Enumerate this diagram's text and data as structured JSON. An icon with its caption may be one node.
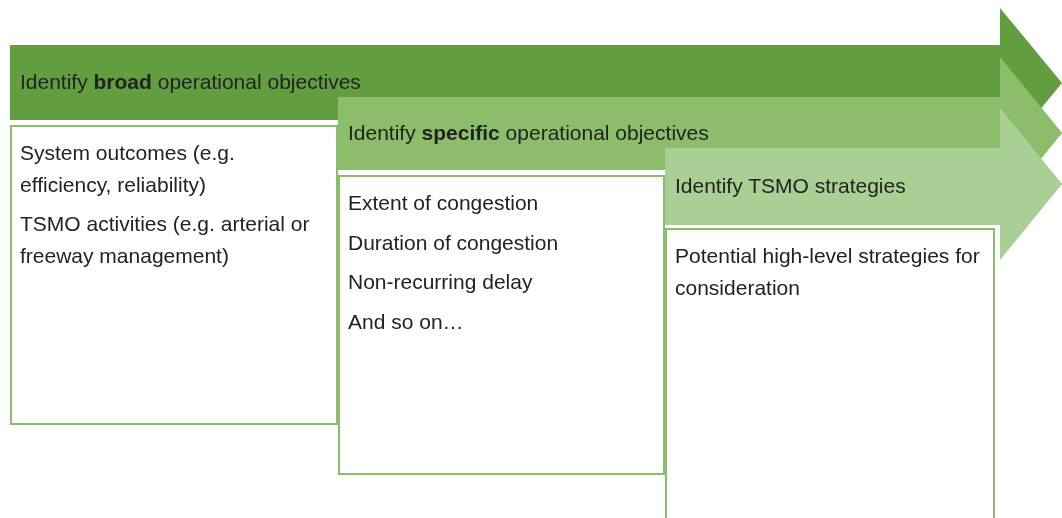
{
  "diagram": {
    "nodes": [
      {
        "text": [
          "Identify **broad** operational objectives"
        ]
      },
      {
        "text": [
          "System outcomes (e.g. efficiency, reliability)",
          "TSMO activities (e.g. arterial or freeway management)"
        ]
      },
      {
        "text": [
          "Identify **specific** operational objectives"
        ]
      },
      {
        "text": [
          "Extent of congestion",
          "Duration of congestion",
          "Non-recurring delay",
          "And so on…"
        ]
      },
      {
        "text": [
          "Identify TSMO strategies"
        ]
      },
      {
        "text": [
          "Potential high-level strategies for consideration"
        ]
      }
    ]
  }
}
